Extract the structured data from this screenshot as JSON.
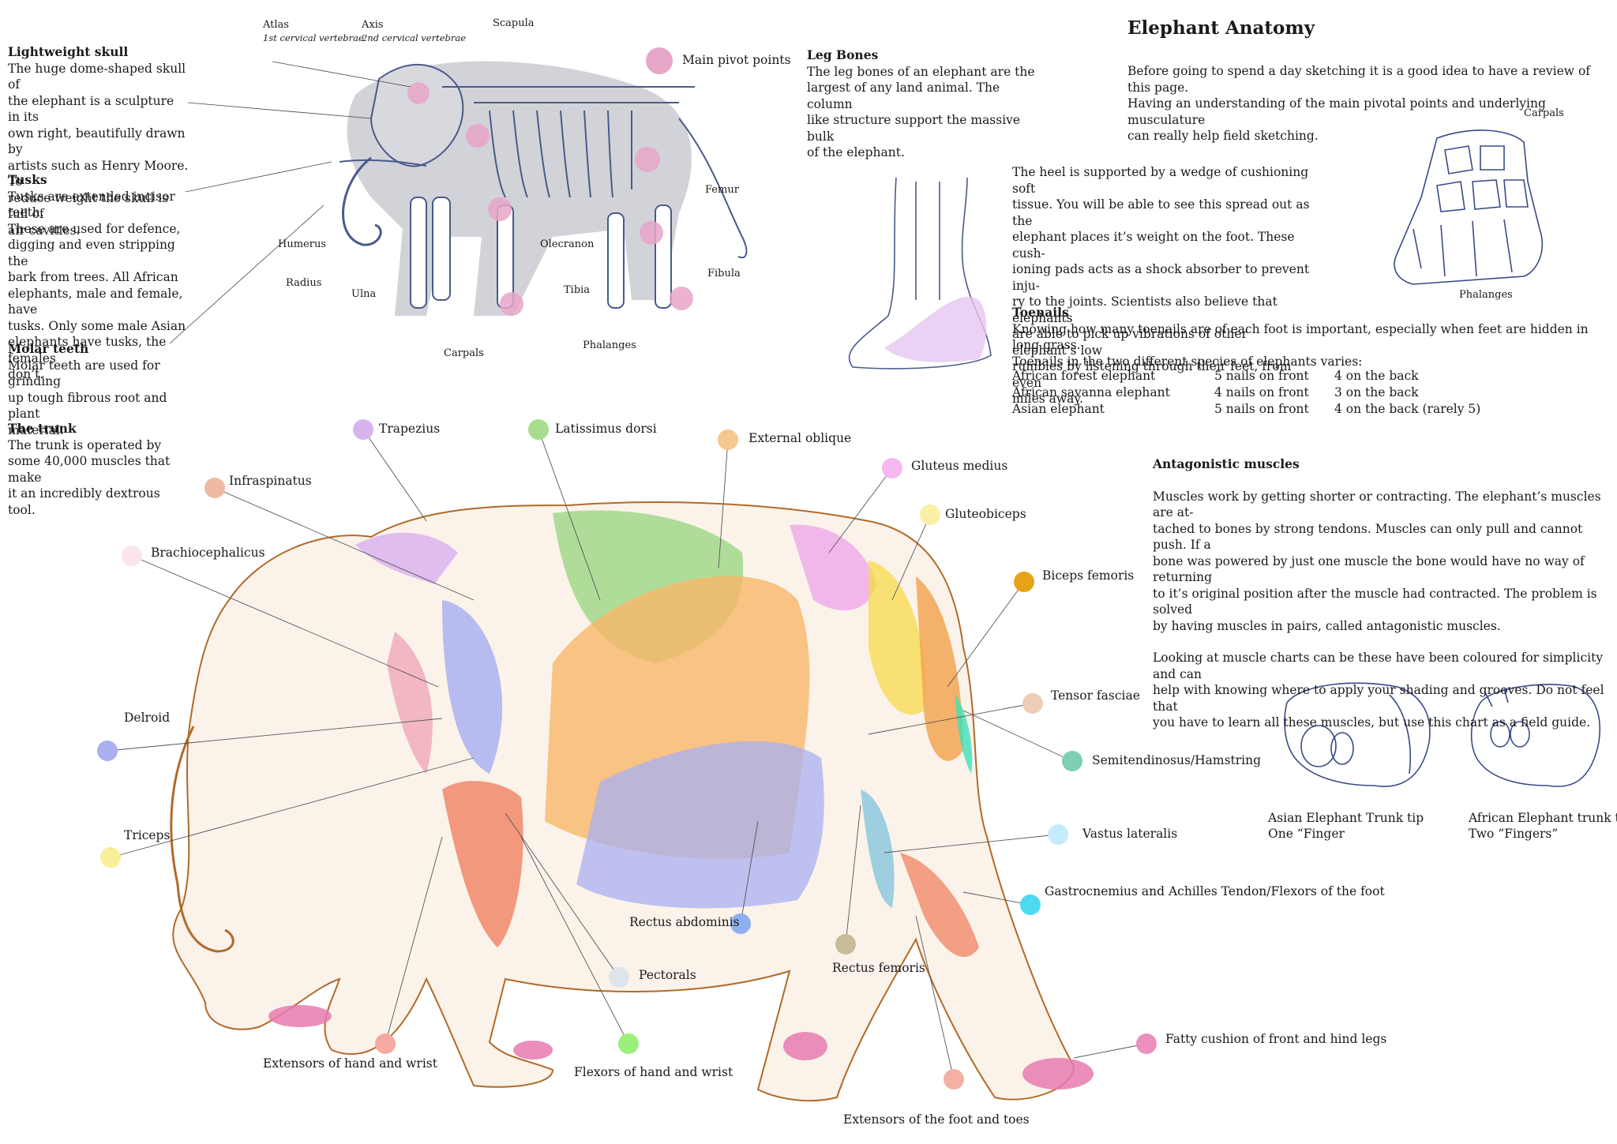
{
  "header": {
    "title": "Elephant Anatomy",
    "intro": "Before going to spend a day sketching it is a good idea to have a review of this page.\nHaving an understanding of the main pivotal points and underlying musculature\ncan really help field sketching."
  },
  "notes": [
    {
      "heading": "Lightweight skull",
      "body": "The huge dome-shaped skull of\nthe elephant is a sculpture in its\nown right, beautifully drawn by\nartists such as Henry Moore. To\nreduce weight the skull is full of\nair cavities."
    },
    {
      "heading": "Tusks",
      "body": "Tusks are extended incisor teeth.\nThese are used for defence,\ndigging and even stripping the\nbark from trees. All African\nelephants, male and female, have\ntusks.  Only some male Asian\nelephants have tusks, the females\ndon’t."
    },
    {
      "heading": "Molar teeth",
      "body": "Molar teeth are used for grinding\nup tough fibrous root and plant\nmaterial."
    },
    {
      "heading": "The trunk",
      "body": "The trunk is operated by\nsome 40,000 muscles that make\nit an incredibly dextrous tool."
    }
  ],
  "skeleton": {
    "pivot_legend": "Main pivot points",
    "pivot_color": "#e8a6c8",
    "labels": {
      "atlas": "Atlas",
      "atlas_sub": "1st cervical vertebrae",
      "axis": "Axis",
      "axis_sub": "2nd cervical vertebrae",
      "scapula": "Scapula",
      "humerus": "Humerus",
      "radius": "Radius",
      "ulna": "Ulna",
      "carpals": "Carpals",
      "olecranon": "Olecranon",
      "tibia": "Tibia",
      "phalanges": "Phalanges",
      "femur": "Femur",
      "fibula": "Fibula"
    }
  },
  "leg_bones": {
    "heading": "Leg Bones",
    "body": "The leg bones of an elephant are the\nlargest of any land animal. The column\nlike structure support the massive bulk\nof the elephant."
  },
  "heel": {
    "body": "The heel is supported by a wedge of cushioning soft\ntissue. You will be able to see this spread out as the\nelephant places it’s weight on the foot. These cush-\nioning pads acts as a shock absorber to prevent inju-\nry to the joints. Scientists also believe that elephants\nare able to pick up vibrations of other elephant’s low\nrumbles by listening through their feet, from even\nmiles away."
  },
  "foot_sketch": {
    "carpals": "Carpals",
    "phalanges": "Phalanges"
  },
  "toenails": {
    "heading": "Toenails",
    "body": "Knowing how many toenails are of each foot is important, especially when feet are hidden in long grass.\nToenails in the two different species of elephants varies:",
    "rows": [
      {
        "species": "African forest elephant",
        "front": "5 nails on front",
        "back": "4 on the back"
      },
      {
        "species": "African savanna elephant",
        "front": "4 nails on front",
        "back": "3 on the back"
      },
      {
        "species": "Asian elephant",
        "front": "5 nails on front",
        "back": "4 on the back (rarely 5)"
      }
    ]
  },
  "antagonistic": {
    "heading": "Antagonistic muscles",
    "p1": "Muscles work by getting shorter or contracting. The elephant’s muscles are at-\ntached to bones by strong tendons.  Muscles can only pull and cannot push. If a\nbone was powered by just one muscle the bone would have no way of returning\nto it’s original position after the muscle had contracted. The problem is solved\nby having muscles in pairs, called antagonistic muscles.",
    "p2": "Looking at muscle charts can be these have been coloured for simplicity and can\nhelp with knowing where to apply your shading and grooves. Do not feel that\nyou have to learn all these muscles, but use this chart as a field guide."
  },
  "trunk_tips": [
    {
      "title": "Asian Elephant Trunk tip",
      "sub": "One “Finger"
    },
    {
      "title": "African Elephant trunk tip",
      "sub": "Two “Fingers”"
    }
  ],
  "muscles": [
    {
      "name": "Trapezius",
      "color": "#d9b3f0"
    },
    {
      "name": "Latissimus dorsi",
      "color": "#a8dd8c"
    },
    {
      "name": "External oblique",
      "color": "#f5c98e"
    },
    {
      "name": "Infraspinatus",
      "color": "#efb9a3"
    },
    {
      "name": "Gluteus medius",
      "color": "#f5b8f0"
    },
    {
      "name": "Gluteobiceps",
      "color": "#f9efa8"
    },
    {
      "name": "Brachiocephalicus",
      "color": "#fae6ea"
    },
    {
      "name": "Biceps femoris",
      "color": "#e8a317"
    },
    {
      "name": "Delroid",
      "color": "#aab0f0"
    },
    {
      "name": "Tensor fasciae",
      "color": "#f0cdb8"
    },
    {
      "name": "Semitendinosus/Hamstring",
      "color": "#7fcfb4"
    },
    {
      "name": "Triceps",
      "color": "#f9ee9a"
    },
    {
      "name": "Vastus lateralis",
      "color": "#c5ecfa"
    },
    {
      "name": "Gastrocnemius and Achilles Tendon/Flexors of the foot",
      "color": "#4dd9f0"
    },
    {
      "name": "Rectus abdominis",
      "color": "#8fb0ee"
    },
    {
      "name": "Rectus femoris",
      "color": "#c8bc98"
    },
    {
      "name": "Pectorals",
      "color": "#dde4ea"
    },
    {
      "name": "Fatty cushion of front and hind legs",
      "color": "#ec8fbc"
    },
    {
      "name": "Extensors of hand and wrist",
      "color": "#f5a9a0"
    },
    {
      "name": "Flexors of hand and wrist",
      "color": "#9af07a"
    },
    {
      "name": "Extensors of the foot and toes",
      "color": "#f5b0a6"
    }
  ]
}
